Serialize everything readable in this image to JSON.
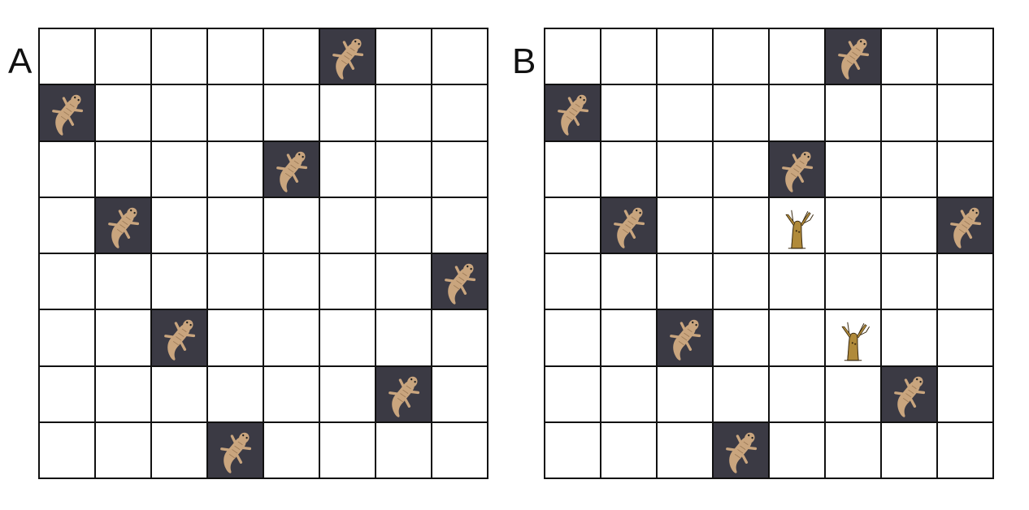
{
  "panels": [
    {
      "label": "A",
      "rows": 8,
      "cols": 8,
      "salamander_icon": "salamander-icon",
      "tree_icon": "tree-icon",
      "salamanders": [
        [
          0,
          5
        ],
        [
          1,
          0
        ],
        [
          2,
          4
        ],
        [
          3,
          1
        ],
        [
          4,
          7
        ],
        [
          5,
          2
        ],
        [
          6,
          6
        ],
        [
          7,
          3
        ]
      ],
      "trees": []
    },
    {
      "label": "B",
      "rows": 8,
      "cols": 8,
      "salamander_icon": "salamander-icon",
      "tree_icon": "tree-icon",
      "salamanders": [
        [
          0,
          5
        ],
        [
          1,
          0
        ],
        [
          2,
          4
        ],
        [
          3,
          1
        ],
        [
          3,
          7
        ],
        [
          5,
          2
        ],
        [
          6,
          6
        ],
        [
          7,
          3
        ]
      ],
      "trees": [
        [
          3,
          4
        ],
        [
          5,
          5
        ]
      ]
    }
  ],
  "colors": {
    "grid_line": "#111111",
    "salamander_tile": "#3b3a44",
    "salamander_body": "#c9a57e",
    "tree_trunk": "#b08a3a"
  }
}
